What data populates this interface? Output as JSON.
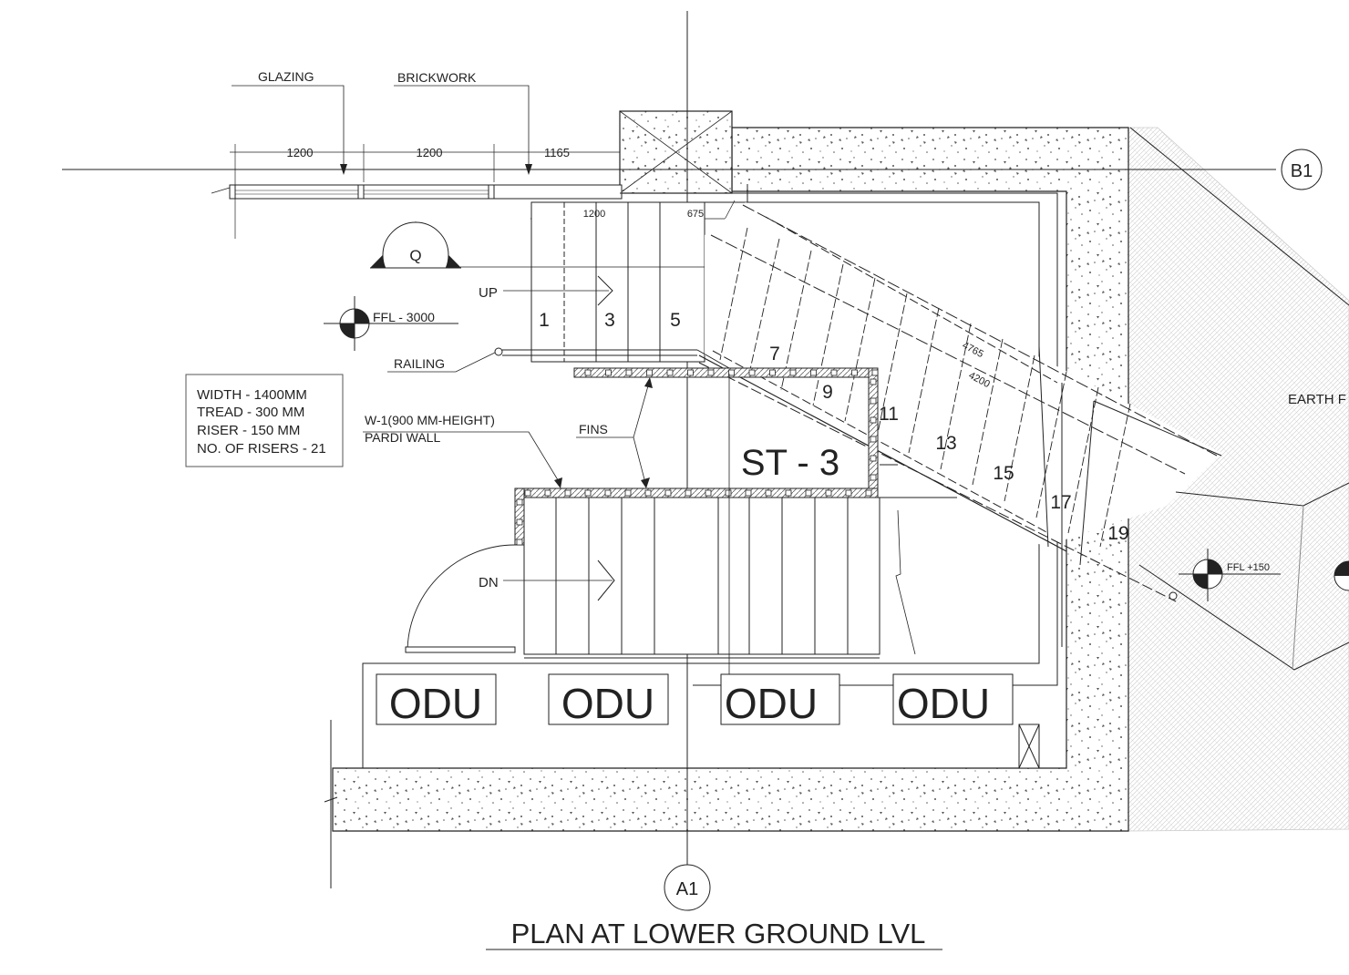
{
  "title": "PLAN AT LOWER GROUND LVL",
  "grid": {
    "horizontal": "B1",
    "vertical": "A1"
  },
  "labels": {
    "glazing": "GLAZING",
    "brickwork": "BRICKWORK",
    "up": "UP",
    "dn": "DN",
    "railing": "RAILING",
    "fins": "FINS",
    "wall_line1": "W-1(900 MM-HEIGHT)",
    "wall_line2": "PARDI WALL",
    "earth": "EARTH F",
    "stair_id": "ST - 3",
    "section_marker": "Q"
  },
  "levels": {
    "ffl_main": "FFL - 3000",
    "ffl_landing": "FFL +150"
  },
  "dimensions": {
    "top": [
      "1200",
      "1200",
      "1165"
    ],
    "inner": [
      "1200",
      "675"
    ],
    "diagonal": [
      "4765",
      "4200"
    ]
  },
  "spec_box": [
    "WIDTH - 1400MM",
    "TREAD - 300 MM",
    "RISER - 150 MM",
    "NO. OF RISERS - 21"
  ],
  "risers": [
    "1",
    "3",
    "5",
    "7",
    "9",
    "11",
    "13",
    "15",
    "17",
    "19"
  ],
  "odu_units": [
    "ODU",
    "ODU",
    "ODU",
    "ODU"
  ],
  "colors": {
    "line": "#222222",
    "hatch": "#777777",
    "background": "#ffffff"
  }
}
